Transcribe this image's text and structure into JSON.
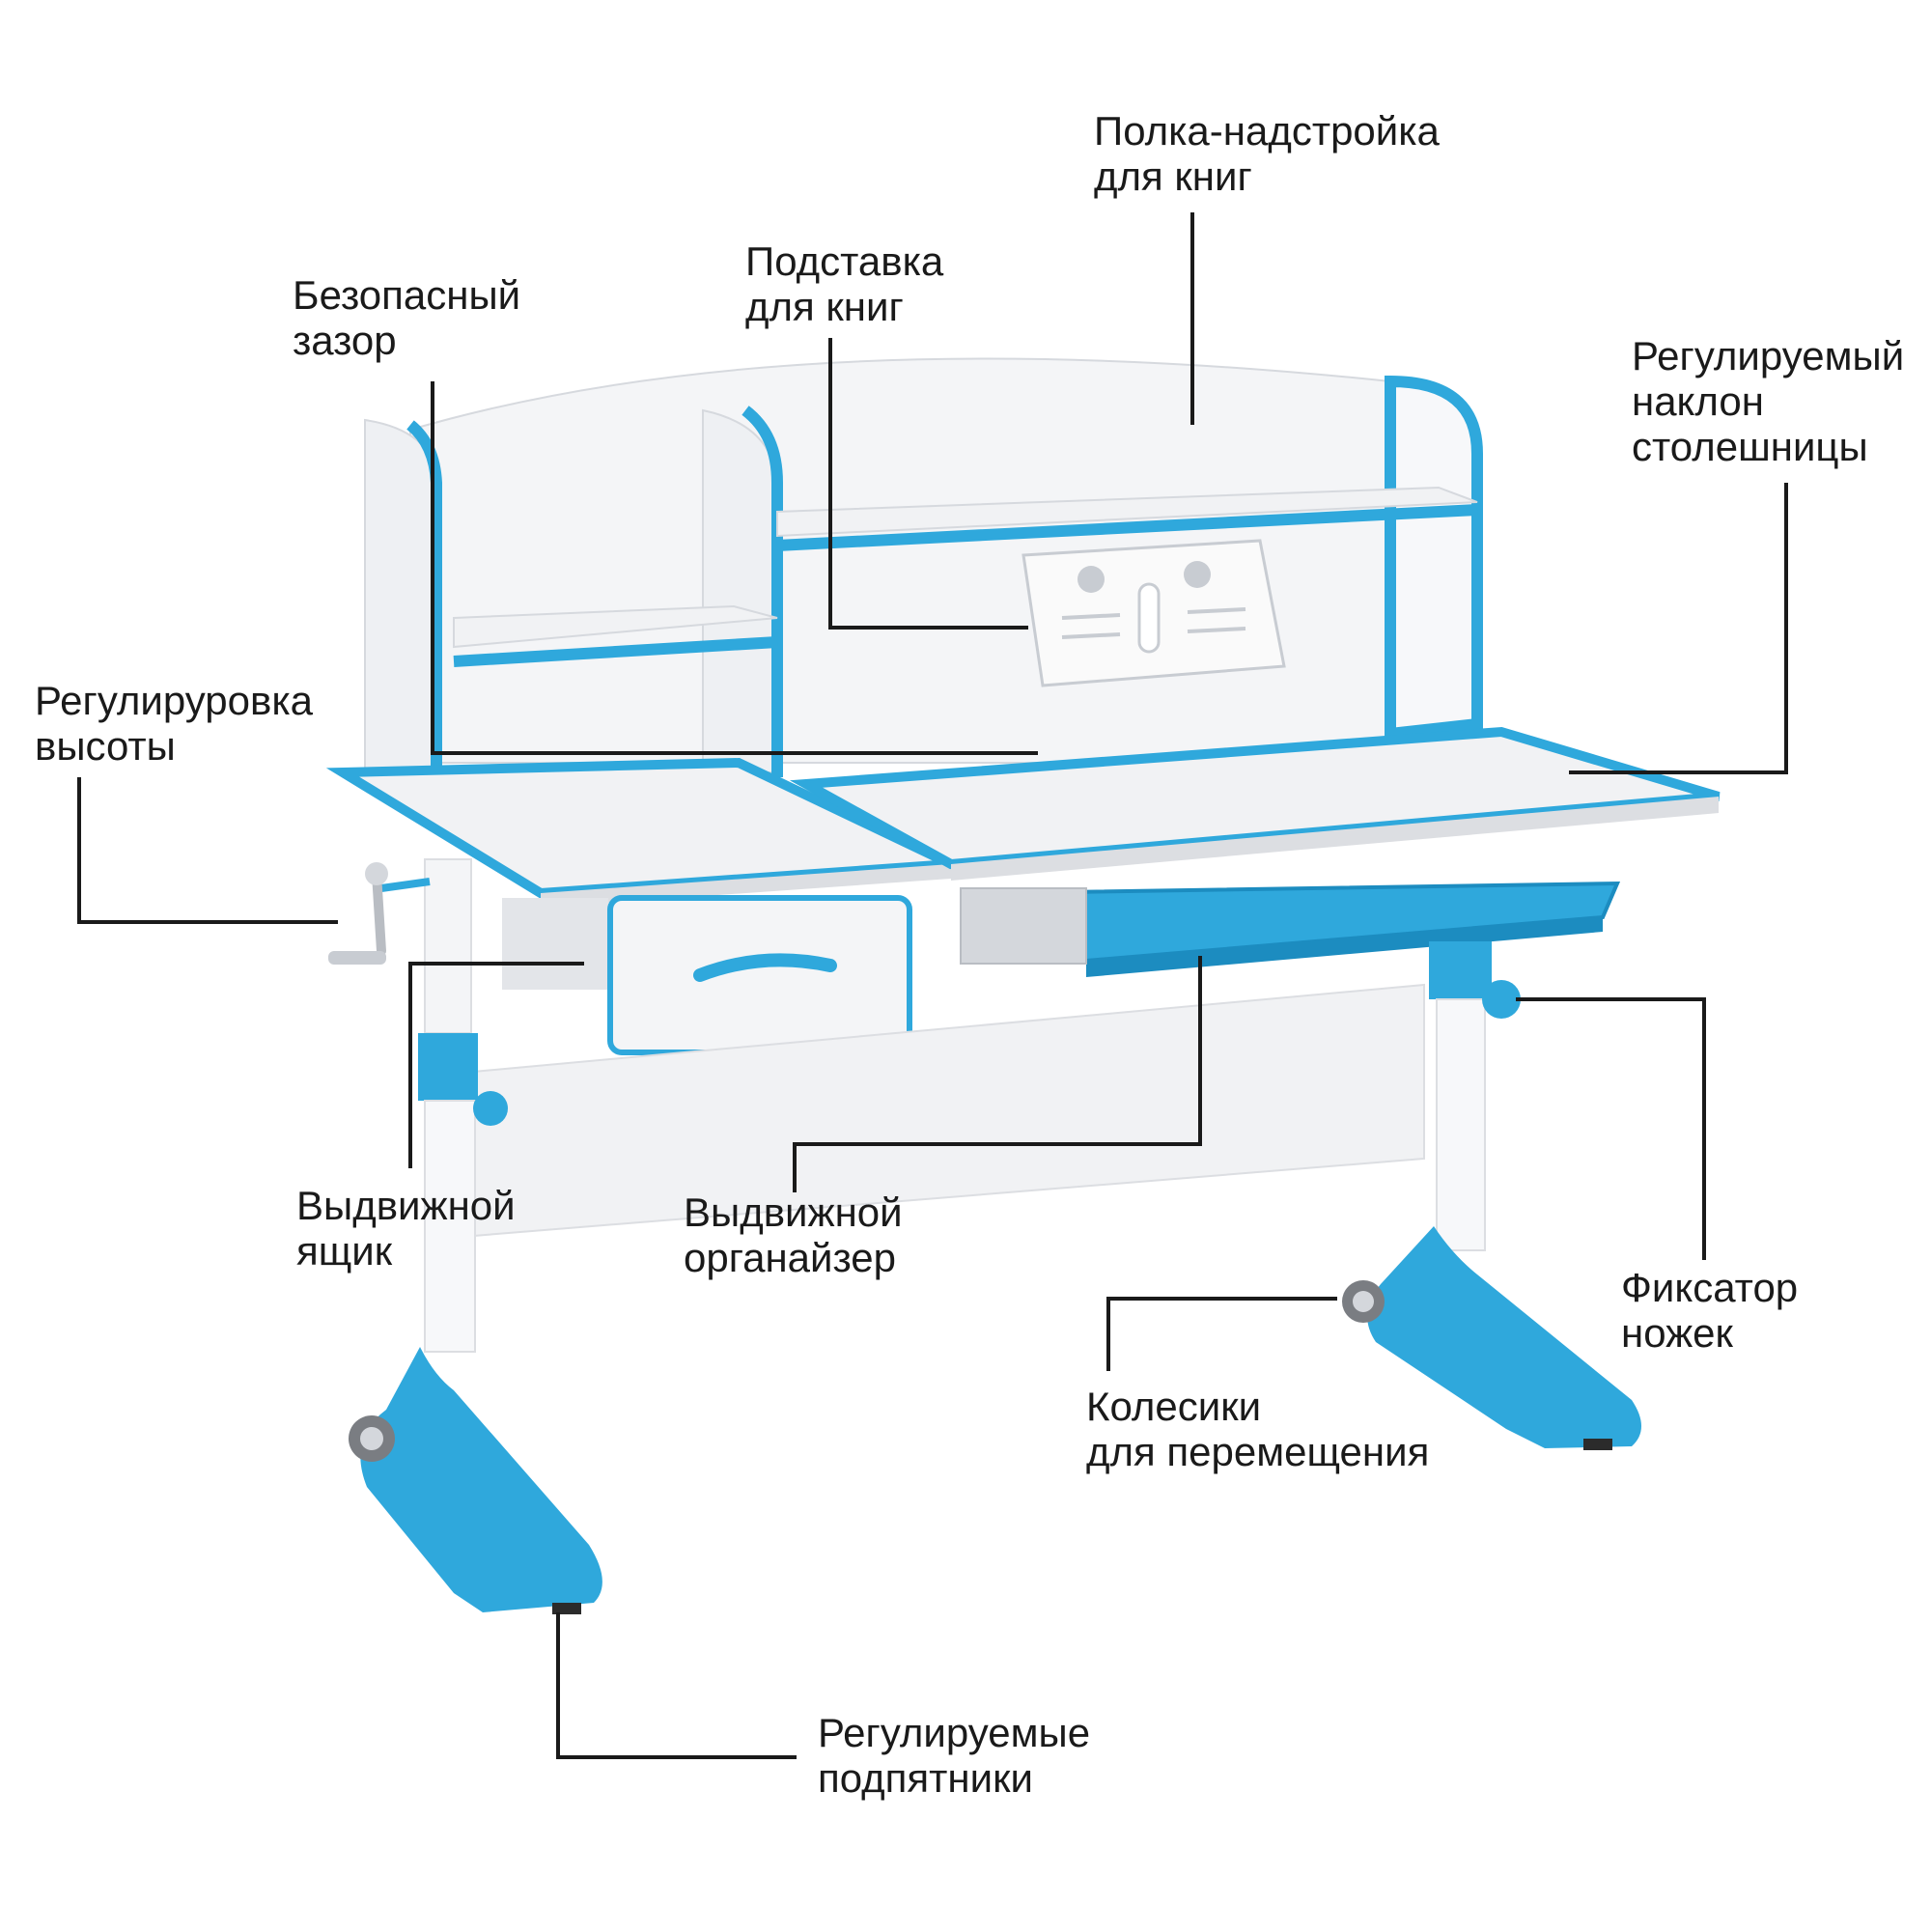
{
  "colors": {
    "accent": "#2fa8dc",
    "accent_dark": "#1c8cc0",
    "panel": "#f1f2f4",
    "panel_shadow": "#dcdee2",
    "leader_line": "#1a1a1a"
  },
  "labels": {
    "shelf_top": [
      "Полка-надстройка",
      "для книг"
    ],
    "book_stand": [
      "Подставка",
      "для книг"
    ],
    "safe_gap": [
      "Безопасный",
      "зазор"
    ],
    "tilt": [
      "Регулируемый",
      "наклон",
      "столешницы"
    ],
    "height_adjust": [
      "Регулируровка",
      "высоты"
    ],
    "drawer": [
      "Выдвижной",
      "ящик"
    ],
    "organizer": [
      "Выдвижной",
      "органайзер"
    ],
    "leg_lock": [
      "Фиксатор",
      "ножек"
    ],
    "wheels": [
      "Колесики",
      "для перемещения"
    ],
    "feet": [
      "Регулируемые",
      "подпятники"
    ]
  }
}
